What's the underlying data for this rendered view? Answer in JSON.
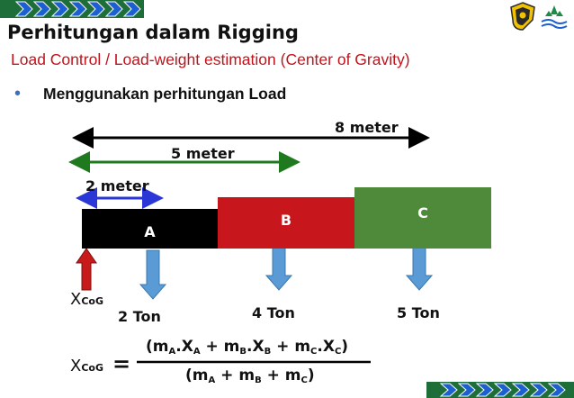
{
  "header": {
    "title": "Perhitungan dalam Rigging",
    "subtitle": "Load Control / Load-weight estimation (Center of Gravity)"
  },
  "bullet": {
    "text": "Menggunakan perhitungan Load"
  },
  "diagram": {
    "dimensions": [
      {
        "label": "8 meter",
        "color": "#000000"
      },
      {
        "label": "5 meter",
        "color": "#1f7a1f"
      },
      {
        "label": "2 meter",
        "color": "#2a36d6"
      }
    ],
    "segments": [
      {
        "label": "A",
        "color": "#000000"
      },
      {
        "label": "B",
        "color": "#c8171c"
      },
      {
        "label": "C",
        "color": "#4f8a3a"
      }
    ],
    "loads": [
      {
        "label": "2 Ton"
      },
      {
        "label": "4 Ton"
      },
      {
        "label": "5 Ton"
      }
    ],
    "cog_label": "X",
    "cog_sub": "CoG"
  },
  "formula": {
    "lhs": "X",
    "lhs_sub": "CoG",
    "equals": "=",
    "m": "m",
    "x": "X",
    "dot": ".",
    "plus": "+",
    "open": "(",
    "close": ")",
    "subs": [
      "A",
      "B",
      "C"
    ]
  },
  "decor": {
    "chevron_color": "#1b5fd0",
    "band_color": "#2e7d32"
  }
}
